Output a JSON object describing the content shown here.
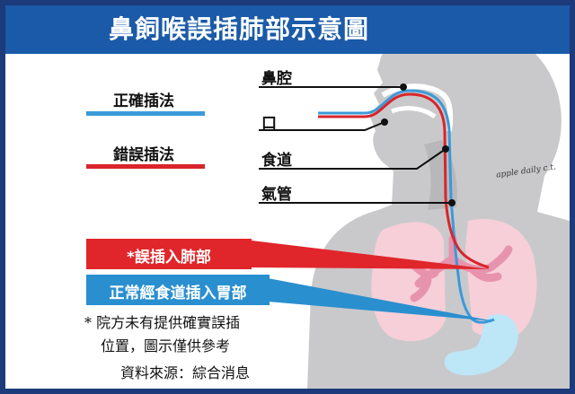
{
  "title": "鼻飼喉誤插肺部示意圖",
  "legend": {
    "correct": {
      "label": "正確插法",
      "color": "#3a9ad9"
    },
    "wrong": {
      "label": "錯誤插法",
      "color": "#d9252b"
    }
  },
  "anatomy": {
    "nasal_cavity": "鼻腔",
    "mouth": "口",
    "esophagus": "食道",
    "trachea": "氣管"
  },
  "callouts": {
    "lung": {
      "text": "*誤插入肺部",
      "color": "#e0262b"
    },
    "stomach": {
      "text": "正常經食道插入胃部",
      "color": "#2a8fcf"
    }
  },
  "notes": {
    "line1": "* 院方未有提供確實誤插",
    "line2": "位置，圖示僅供參考",
    "source": "資料來源：綜合消息"
  },
  "watermark": "apple daily c.t."
}
